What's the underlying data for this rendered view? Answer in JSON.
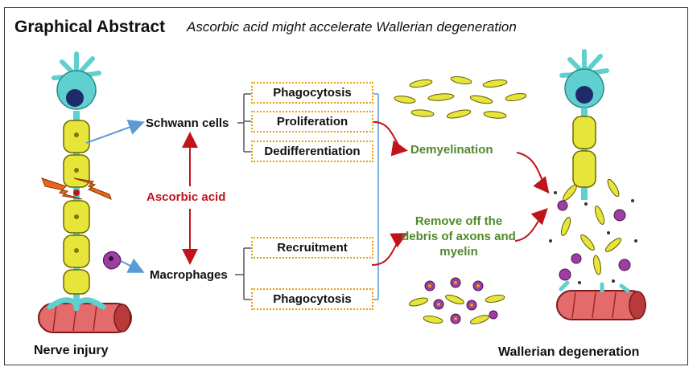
{
  "title": "Graphical Abstract",
  "subtitle": "Ascorbic acid might accelerate Wallerian degeneration",
  "left_label": "Nerve injury",
  "right_label": "Wallerian degeneration",
  "cells": {
    "schwann": "Schwann cells",
    "macrophages": "Macrophages"
  },
  "agent": "Ascorbic acid",
  "schwann_processes": [
    "Phagocytosis",
    "Proliferation",
    "Dedifferentiation"
  ],
  "macrophage_processes": [
    "Recruitment",
    "Phagocytosis"
  ],
  "outcomes": {
    "demyelination": "Demyelination",
    "debris": "Remove off the debris of axons and myelin"
  },
  "colors": {
    "agent": "#c0141c",
    "outcome": "#4f8a2b",
    "box_border": "#e6a100",
    "arrow_blue": "#5b9bd5",
    "neuron": "#5fd0cf",
    "schwann": "#e7e53a",
    "muscle": "#e46b6b",
    "macrophage": "#9b3fa0"
  }
}
